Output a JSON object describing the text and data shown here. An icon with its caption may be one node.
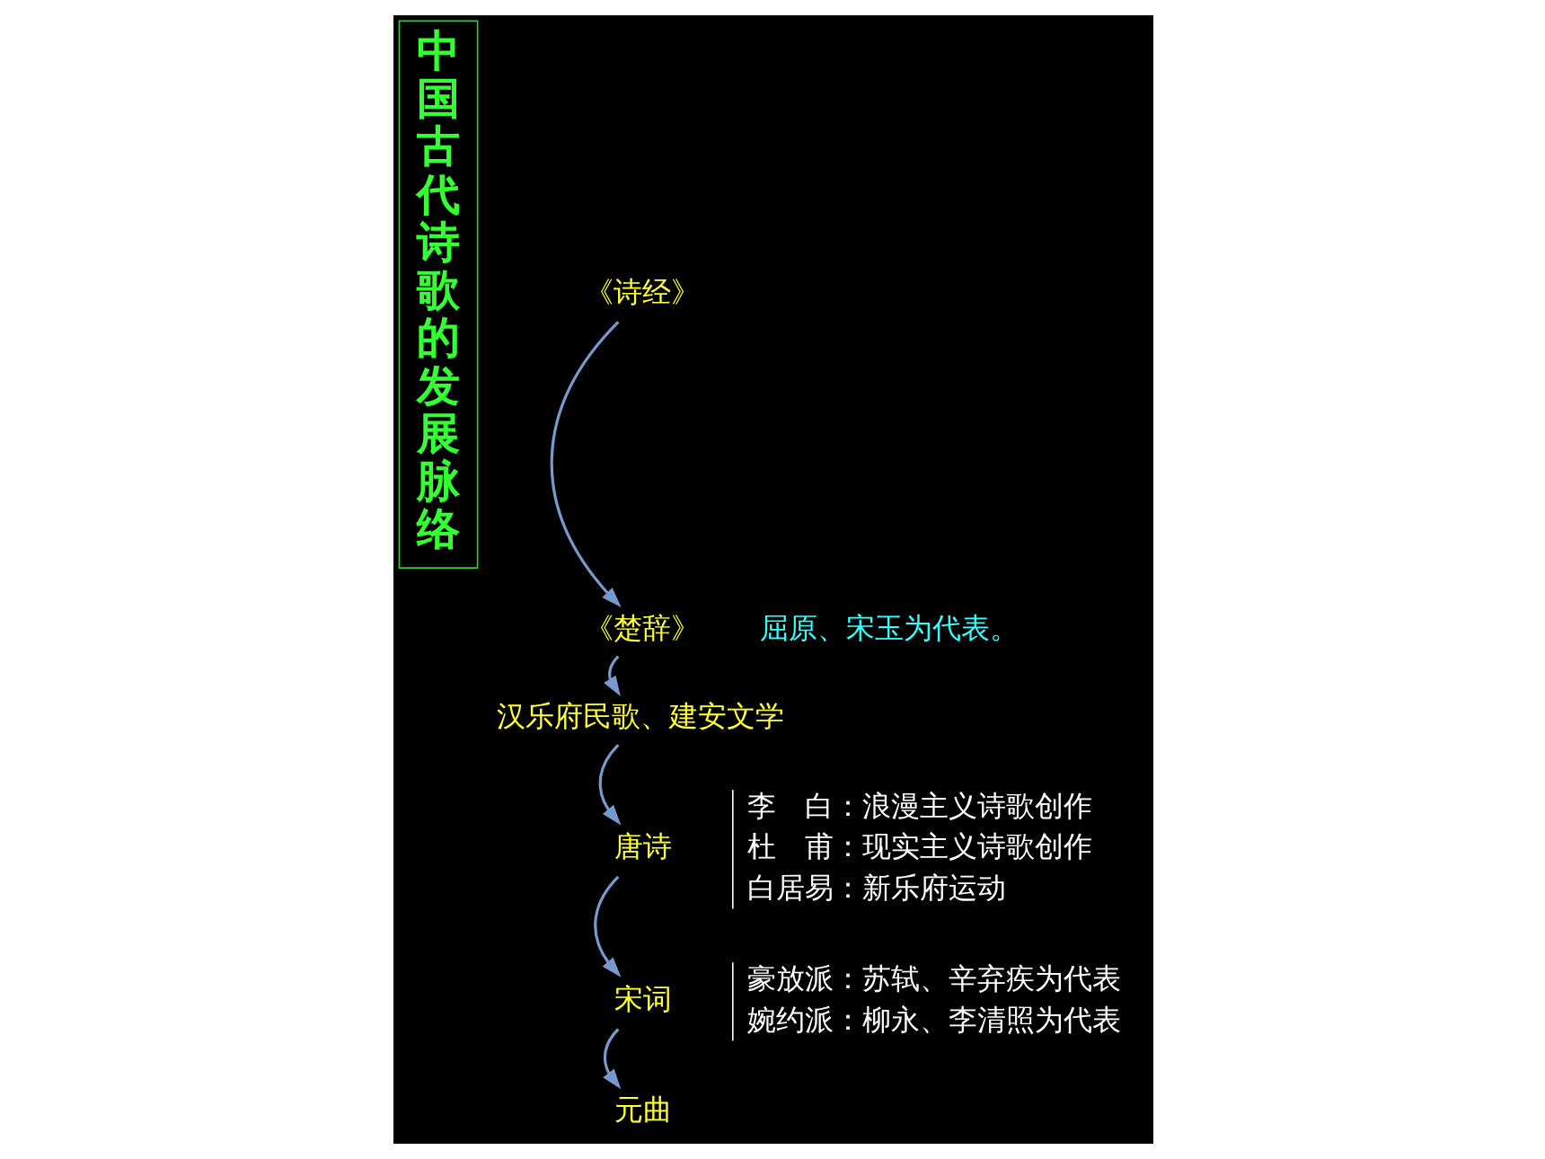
{
  "diagram": {
    "nodes": [
      {
        "text": [
          "中国古代诗歌的发展脉络"
        ]
      },
      {
        "text": [
          "《诗经》"
        ]
      },
      {
        "text": [
          "《楚辞》"
        ],
        "beside": [
          "屈原、宋玉为代表。"
        ]
      },
      {
        "text": [
          "汉乐府民歌、建安文学"
        ]
      },
      {
        "text": [
          "唐诗"
        ],
        "beside": [
          "李　白：浪漫主义诗歌创作",
          "杜　甫：现实主义诗歌创作",
          "白居易：新乐府运动"
        ]
      },
      {
        "text": [
          "宋词"
        ],
        "beside": [
          "豪放派：苏轼、辛弃疾为代表",
          "婉约派：柳永、李清照为代表"
        ]
      },
      {
        "text": [
          "元曲"
        ]
      }
    ],
    "edges": [
      {
        "from": 1,
        "to": 2,
        "arrow": "to"
      },
      {
        "from": 2,
        "to": 3,
        "arrow": "to"
      },
      {
        "from": 3,
        "to": 4,
        "arrow": "to"
      },
      {
        "from": 4,
        "to": 5,
        "arrow": "to"
      },
      {
        "from": 5,
        "to": 6,
        "arrow": "to"
      }
    ]
  }
}
